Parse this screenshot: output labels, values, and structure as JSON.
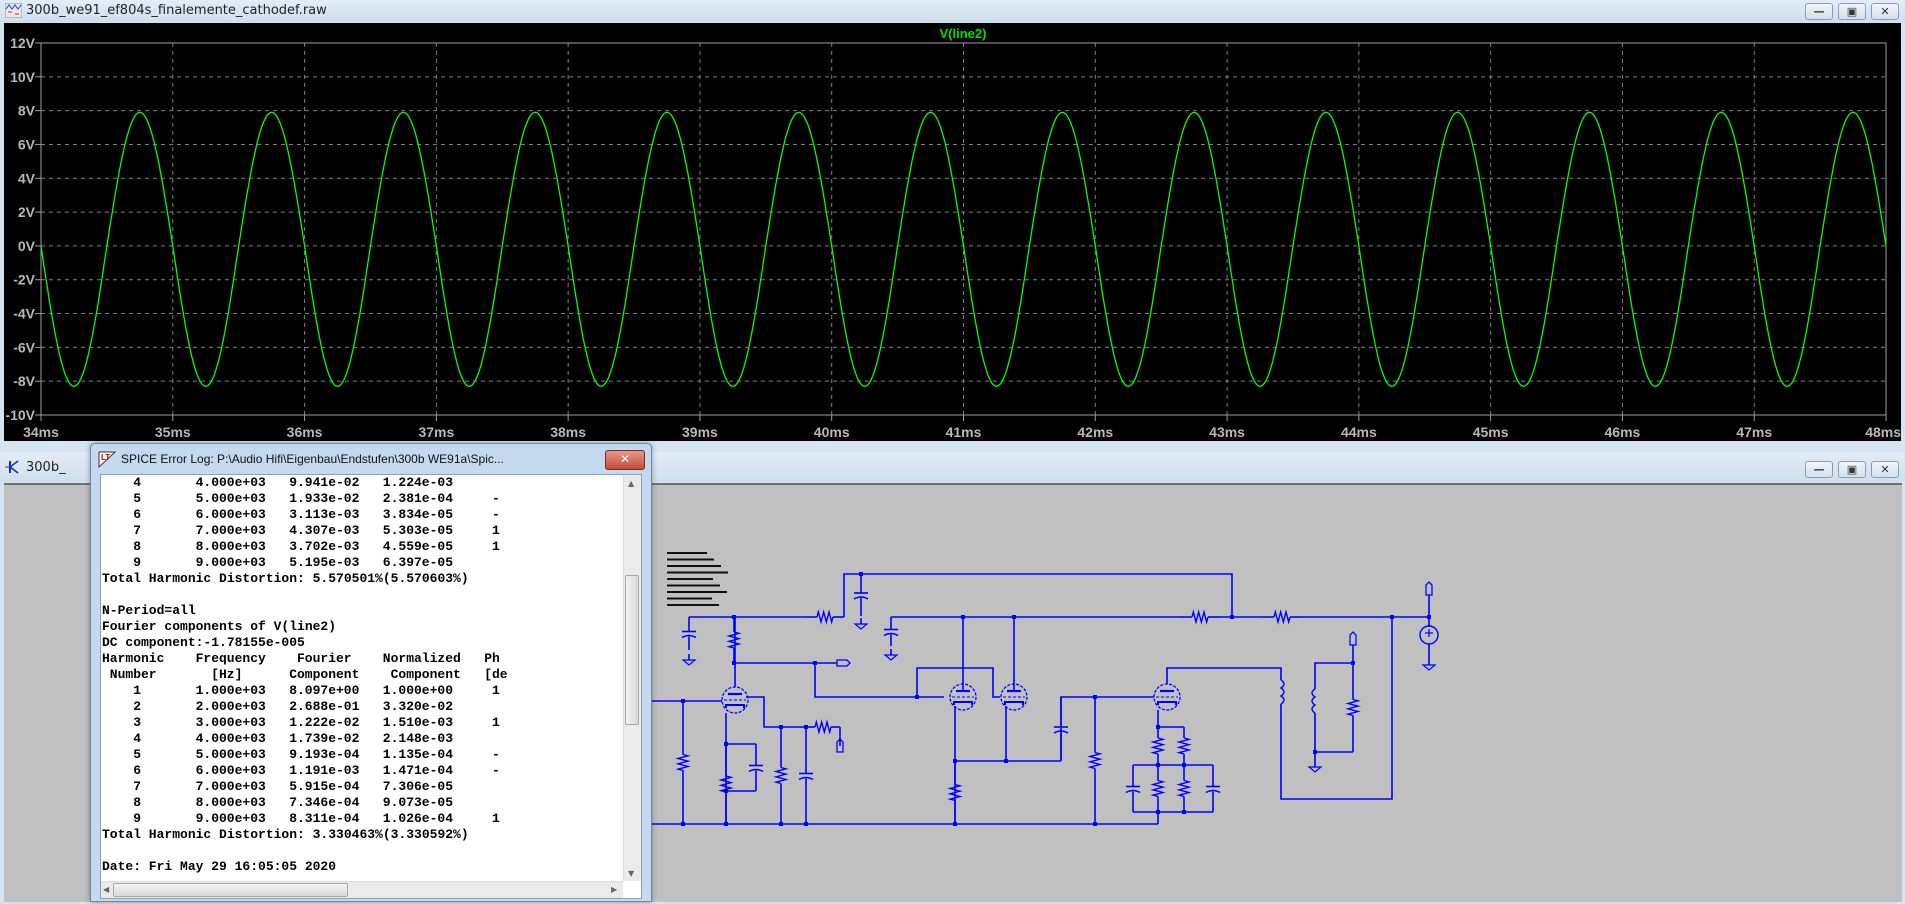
{
  "waveform_window": {
    "title": "300b_we91_ef804s_finalemente_cathodef.raw",
    "icon": "waveform-viewer-icon",
    "buttons": {
      "minimize": "minimize-icon",
      "restore": "restore-icon",
      "close": "close-icon"
    }
  },
  "chart_data": {
    "type": "line",
    "title": "V(line2)",
    "xlabel": "",
    "ylabel": "",
    "xlim": [
      34,
      48
    ],
    "ylim": [
      -10,
      12
    ],
    "x_unit": "ms",
    "y_unit": "V",
    "grid": true,
    "background": "#000000",
    "trace_color": "#00ff00",
    "axis_color": "#a0a0a0",
    "yticks": [
      "12V",
      "10V",
      "8V",
      "6V",
      "4V",
      "2V",
      "0V",
      "-2V",
      "-4V",
      "-6V",
      "-8V",
      "-10V"
    ],
    "ytick_values": [
      12,
      10,
      8,
      6,
      4,
      2,
      0,
      -2,
      -4,
      -6,
      -8,
      -10
    ],
    "xticks": [
      "34ms",
      "35ms",
      "36ms",
      "37ms",
      "38ms",
      "39ms",
      "40ms",
      "41ms",
      "42ms",
      "43ms",
      "44ms",
      "45ms",
      "46ms",
      "47ms",
      "48ms"
    ],
    "xtick_values": [
      34,
      35,
      36,
      37,
      38,
      39,
      40,
      41,
      42,
      43,
      44,
      45,
      46,
      47,
      48
    ],
    "series": [
      {
        "name": "V(line2)",
        "x": [
          34,
          34.25,
          34.5,
          34.75,
          35,
          35.25,
          35.5,
          35.75,
          36,
          36.25,
          36.5,
          36.75,
          37,
          37.25,
          37.5,
          37.75,
          38,
          38.25,
          38.5,
          38.75,
          39,
          39.25,
          39.5,
          39.75,
          40,
          40.25,
          40.5,
          40.75,
          41,
          41.25,
          41.5,
          41.75,
          42,
          42.25,
          42.5,
          42.75,
          43,
          43.25,
          43.5,
          43.75,
          44,
          44.25,
          44.5,
          44.75,
          45,
          45.25,
          45.5,
          45.75,
          46,
          46.25,
          46.5,
          46.75,
          47,
          47.25,
          47.5,
          47.75,
          48
        ],
        "y": [
          0,
          -8.3,
          0,
          7.9,
          0,
          -8.3,
          0,
          7.9,
          0,
          -8.3,
          0,
          7.9,
          0,
          -8.3,
          0,
          7.9,
          0,
          -8.3,
          0,
          7.9,
          0,
          -8.3,
          0,
          7.9,
          0,
          -8.3,
          0,
          7.9,
          0,
          -8.3,
          0,
          7.9,
          0,
          -8.3,
          0,
          7.9,
          0,
          -8.3,
          0,
          7.9,
          0,
          -8.3,
          0,
          7.9,
          0,
          -8.3,
          0,
          7.9,
          0,
          -8.3,
          0,
          7.9,
          0,
          -8.3,
          0,
          7.9,
          0
        ]
      }
    ]
  },
  "schematic_window": {
    "title": "300b_",
    "icon": "schematic-icon",
    "wire_color": "#0000ff",
    "background": "#c0c0c0"
  },
  "error_log": {
    "title": "SPICE Error Log: P:\\Audio Hifi\\Eigenbau\\Endstufen\\300b WE91a\\Spic...",
    "icon": "ltspice-icon",
    "close": "close-icon",
    "block1_rows": [
      {
        "n": "4",
        "freq": "4.000e+03",
        "fourier": "9.941e-02",
        "norm": "1.224e-03",
        "phase": ""
      },
      {
        "n": "5",
        "freq": "5.000e+03",
        "fourier": "1.933e-02",
        "norm": "2.381e-04",
        "phase": "-"
      },
      {
        "n": "6",
        "freq": "6.000e+03",
        "fourier": "3.113e-03",
        "norm": "3.834e-05",
        "phase": "-"
      },
      {
        "n": "7",
        "freq": "7.000e+03",
        "fourier": "4.307e-03",
        "norm": "5.303e-05",
        "phase": "1"
      },
      {
        "n": "8",
        "freq": "8.000e+03",
        "fourier": "3.702e-03",
        "norm": "4.559e-05",
        "phase": "1"
      },
      {
        "n": "9",
        "freq": "9.000e+03",
        "fourier": "5.195e-03",
        "norm": "6.397e-05",
        "phase": ""
      }
    ],
    "thd1": "Total Harmonic Distortion: 5.570501%(5.570603%)",
    "n_period": "N-Period=all",
    "fourier_of": "Fourier components of V(line2)",
    "dc": "DC component:-1.78155e-005",
    "header1": {
      "n": "Harmonic",
      "freq": "Frequency",
      "fourier": "Fourier",
      "norm": "Normalized",
      "phase": "Ph"
    },
    "header2": {
      "n": "Number",
      "freq": "[Hz]",
      "fourier": "Component",
      "norm": "Component",
      "phase": "[de"
    },
    "block2_rows": [
      {
        "n": "1",
        "freq": "1.000e+03",
        "fourier": "8.097e+00",
        "norm": "1.000e+00",
        "phase": "1"
      },
      {
        "n": "2",
        "freq": "2.000e+03",
        "fourier": "2.688e-01",
        "norm": "3.320e-02",
        "phase": ""
      },
      {
        "n": "3",
        "freq": "3.000e+03",
        "fourier": "1.222e-02",
        "norm": "1.510e-03",
        "phase": "1"
      },
      {
        "n": "4",
        "freq": "4.000e+03",
        "fourier": "1.739e-02",
        "norm": "2.148e-03",
        "phase": ""
      },
      {
        "n": "5",
        "freq": "5.000e+03",
        "fourier": "9.193e-04",
        "norm": "1.135e-04",
        "phase": "-"
      },
      {
        "n": "6",
        "freq": "6.000e+03",
        "fourier": "1.191e-03",
        "norm": "1.471e-04",
        "phase": "-"
      },
      {
        "n": "7",
        "freq": "7.000e+03",
        "fourier": "5.915e-04",
        "norm": "7.306e-05",
        "phase": ""
      },
      {
        "n": "8",
        "freq": "8.000e+03",
        "fourier": "7.346e-04",
        "norm": "9.073e-05",
        "phase": ""
      },
      {
        "n": "9",
        "freq": "9.000e+03",
        "fourier": "8.311e-04",
        "norm": "1.026e-04",
        "phase": "1"
      }
    ],
    "thd2": "Total Harmonic Distortion: 3.330463%(3.330592%)",
    "date": "Date: Fri May 29 16:05:05 2020"
  }
}
